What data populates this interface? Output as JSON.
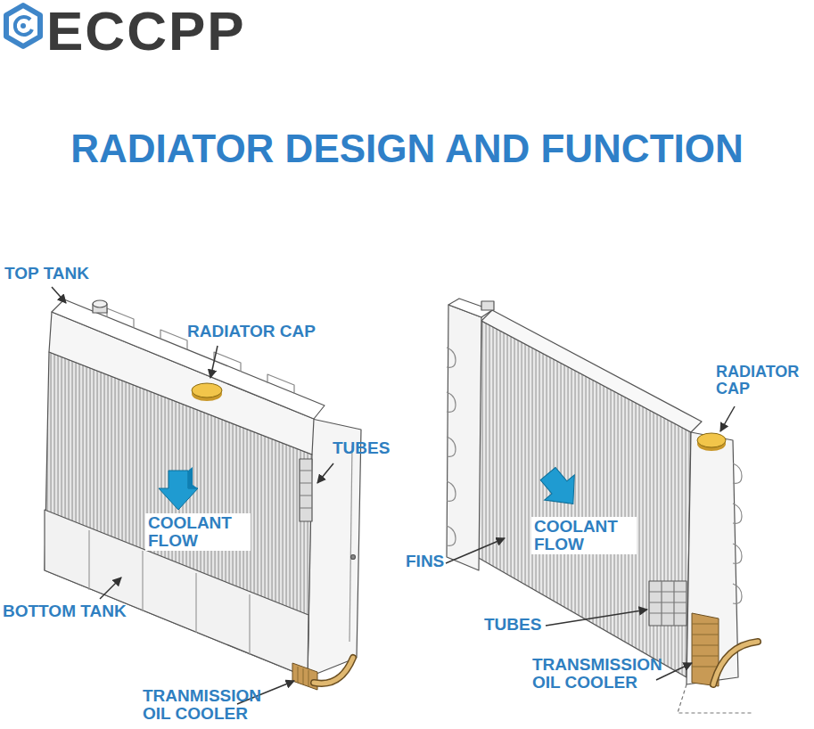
{
  "diagram": {
    "title": "RADIATOR DESIGN AND FUNCTION",
    "labels": [
      "ECCPP",
      "TOP TANK",
      "RADIATOR CAP",
      "TUBES",
      "COOLANT FLOW",
      "BOTTOM TANK",
      "TRANMISSION OIL COOLER",
      "RADIATOR CAP",
      "COOLANT FLOW",
      "FINS",
      "TUBES",
      "TRANSMISSION OIL COOLER"
    ]
  }
}
